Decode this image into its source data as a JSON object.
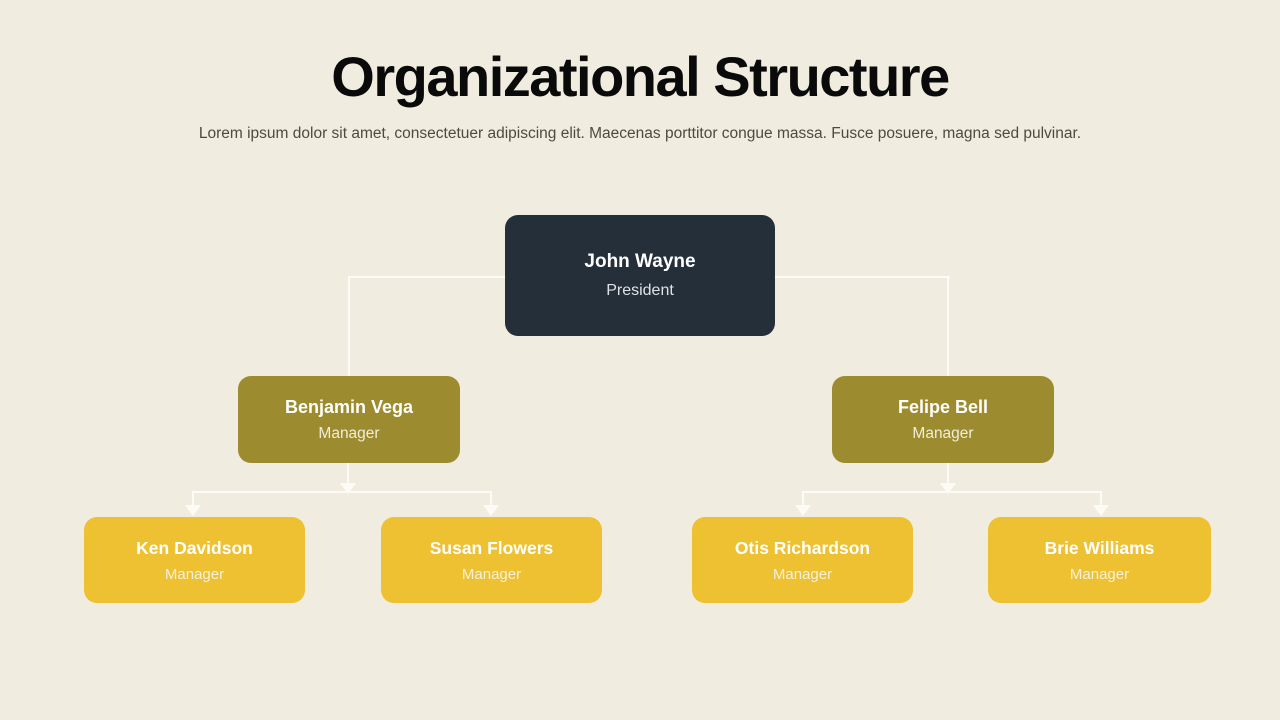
{
  "slide": {
    "title": "Organizational Structure",
    "subtitle": "Lorem ipsum dolor sit amet, consectetuer adipiscing elit. Maecenas porttitor congue massa. Fusce posuere, magna sed pulvinar."
  },
  "nodes": {
    "president": {
      "name": "John Wayne",
      "role": "President",
      "level": 1,
      "reports_to": null
    },
    "manager_left": {
      "name": "Benjamin Vega",
      "role": "Manager",
      "level": 2,
      "reports_to": "John Wayne"
    },
    "manager_right": {
      "name": "Felipe Bell",
      "role": "Manager",
      "level": 2,
      "reports_to": "John Wayne"
    },
    "staff_1": {
      "name": "Ken Davidson",
      "role": "Manager",
      "level": 3,
      "reports_to": "Benjamin Vega"
    },
    "staff_2": {
      "name": "Susan Flowers",
      "role": "Manager",
      "level": 3,
      "reports_to": "Benjamin Vega"
    },
    "staff_3": {
      "name": "Otis Richardson",
      "role": "Manager",
      "level": 3,
      "reports_to": "Felipe Bell"
    },
    "staff_4": {
      "name": "Brie Williams",
      "role": "Manager",
      "level": 3,
      "reports_to": "Felipe Bell"
    }
  },
  "colors": {
    "background": "#f0ecdf",
    "president_box": "#252f3a",
    "manager_box": "#9c8b2f",
    "staff_box": "#eec133",
    "connector_line": "#fcfbf5",
    "title_text": "#0a0a0a",
    "subtitle_text": "#4c4b40",
    "node_text": "#ffffff"
  }
}
